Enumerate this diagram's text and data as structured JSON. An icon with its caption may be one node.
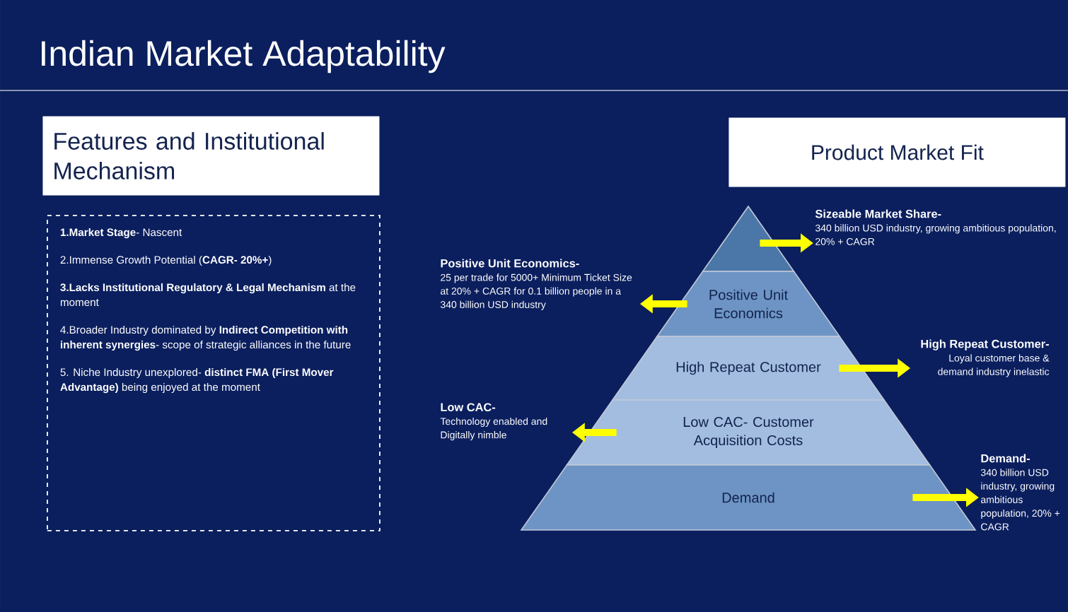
{
  "diagram": {
    "title": "Indian Market Adaptability",
    "nodes": [
      {
        "text": [
          "Features and Institutional Mechanism"
        ]
      },
      {
        "text": [
          "**1.Market Stage**- Nascent",
          "2.Immense Growth Potential (**CAGR- 20%+**)",
          "**3.Lacks Institutional Regulatory & Legal Mechanism** at the moment",
          "4.Broader Industry dominated by **Indirect Competition with inherent synergies**- scope of strategic alliances in the future",
          "5. Niche Industry unexplored- **distinct FMA (First Mover Advantage)** being enjoyed at the moment"
        ]
      },
      {
        "text": [
          "Product Market Fit"
        ]
      },
      {
        "text": [],
        "shape": "triangle"
      },
      {
        "text": [
          "Positive Unit Economics"
        ]
      },
      {
        "text": [
          "High Repeat Customer"
        ]
      },
      {
        "text": [
          "Low CAC- Customer Acquisition Costs"
        ]
      },
      {
        "text": [
          "Demand"
        ]
      },
      {
        "text": [
          "Sizeable Market Share-",
          "340 billion USD industry, growing ambitious population, 20% + CAGR"
        ]
      },
      {
        "text": [
          "Positive Unit Economics-",
          "25 per trade for 5000+ Minimum Ticket Size at 20% + CAGR for 0.1 billion people in a 340 billion USD industry"
        ]
      },
      {
        "text": [
          "High Repeat Customer-",
          "Loyal customer base & demand industry inelastic"
        ]
      },
      {
        "text": [
          "Low CAC-",
          "Technology enabled and Digitally nimble"
        ]
      },
      {
        "text": [
          "Demand-",
          "340 billion USD industry, growing ambitious population, 20% + CAGR"
        ]
      }
    ],
    "edges": [
      {
        "from": 3,
        "to": 8,
        "arrow": "to"
      },
      {
        "from": 4,
        "to": 9,
        "arrow": "to"
      },
      {
        "from": 5,
        "to": 10,
        "arrow": "to"
      },
      {
        "from": 6,
        "to": 11,
        "arrow": "to"
      },
      {
        "from": 7,
        "to": 12,
        "arrow": "to"
      }
    ]
  }
}
